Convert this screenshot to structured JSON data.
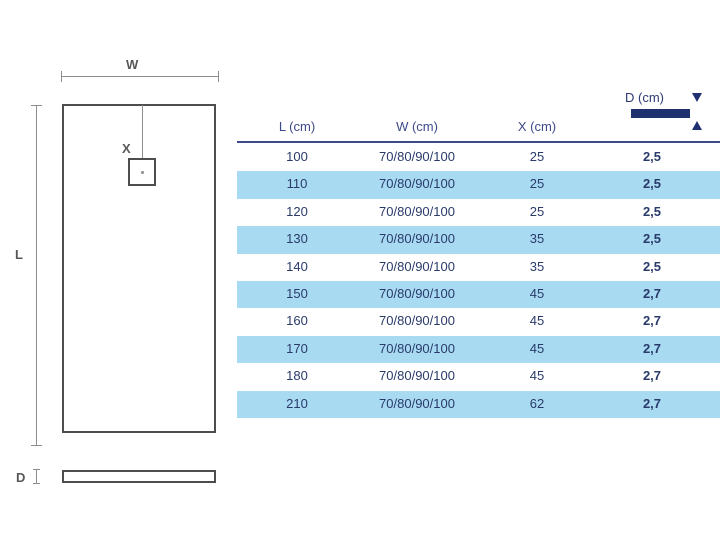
{
  "drawing": {
    "width_label": "W",
    "length_label": "L",
    "offset_label": "X",
    "depth_label": "D"
  },
  "table": {
    "depth_marker": {
      "label": "D (cm)",
      "bar_color": "#1f3070",
      "arrow_up": "arrow-up-icon",
      "arrow_down": "arrow-down-icon"
    },
    "headers": [
      "L (cm)",
      "W (cm)",
      "X (cm)",
      "D (cm)"
    ],
    "rows": [
      {
        "l": "100",
        "w": "70/80/90/100",
        "x": "25",
        "d": "2,5"
      },
      {
        "l": "110",
        "w": "70/80/90/100",
        "x": "25",
        "d": "2,5"
      },
      {
        "l": "120",
        "w": "70/80/90/100",
        "x": "25",
        "d": "2,5"
      },
      {
        "l": "130",
        "w": "70/80/90/100",
        "x": "35",
        "d": "2,5"
      },
      {
        "l": "140",
        "w": "70/80/90/100",
        "x": "35",
        "d": "2,5"
      },
      {
        "l": "150",
        "w": "70/80/90/100",
        "x": "45",
        "d": "2,7"
      },
      {
        "l": "160",
        "w": "70/80/90/100",
        "x": "45",
        "d": "2,7"
      },
      {
        "l": "170",
        "w": "70/80/90/100",
        "x": "45",
        "d": "2,7"
      },
      {
        "l": "180",
        "w": "70/80/90/100",
        "x": "45",
        "d": "2,7"
      },
      {
        "l": "210",
        "w": "70/80/90/100",
        "x": "62",
        "d": "2,7"
      }
    ],
    "stripe_color": "#a8daf2",
    "header_text_color": "#3d4a8a",
    "body_text_color": "#2a3b6b"
  }
}
